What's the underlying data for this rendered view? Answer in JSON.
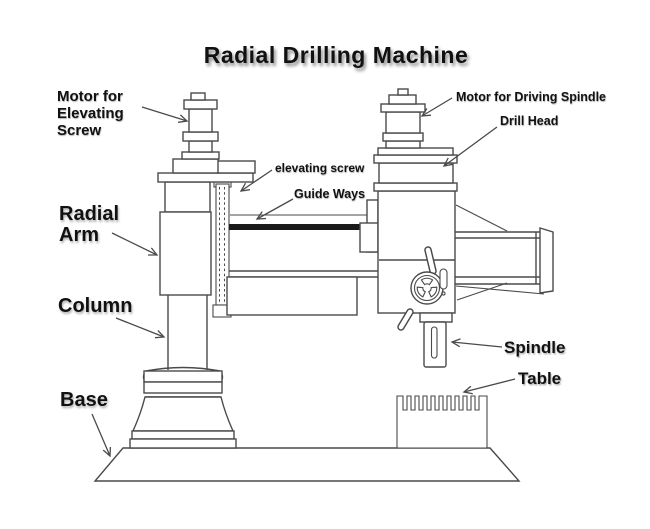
{
  "title": "Radial Drilling Machine",
  "labels": {
    "motor_elevating": "Motor for\nElevating\nScrew",
    "motor_driving": "Motor for Driving Spindle",
    "drill_head": "Drill Head",
    "elevating_screw": "elevating screw",
    "guide_ways": "Guide Ways",
    "radial_arm": "Radial\nArm",
    "column": "Column",
    "base": "Base",
    "spindle": "Spindle",
    "table": "Table"
  },
  "colors": {
    "line": "#4a4a4a",
    "bar": "#1a1a1a",
    "text": "#111111",
    "background": "#ffffff"
  },
  "diagram": {
    "type": "labeled-line-diagram",
    "subject": "radial drilling machine",
    "part_labels": [
      "Motor for Elevating Screw",
      "Motor for Driving Spindle",
      "Drill Head",
      "elevating screw",
      "Guide Ways",
      "Radial Arm",
      "Column",
      "Base",
      "Spindle",
      "Table"
    ]
  }
}
